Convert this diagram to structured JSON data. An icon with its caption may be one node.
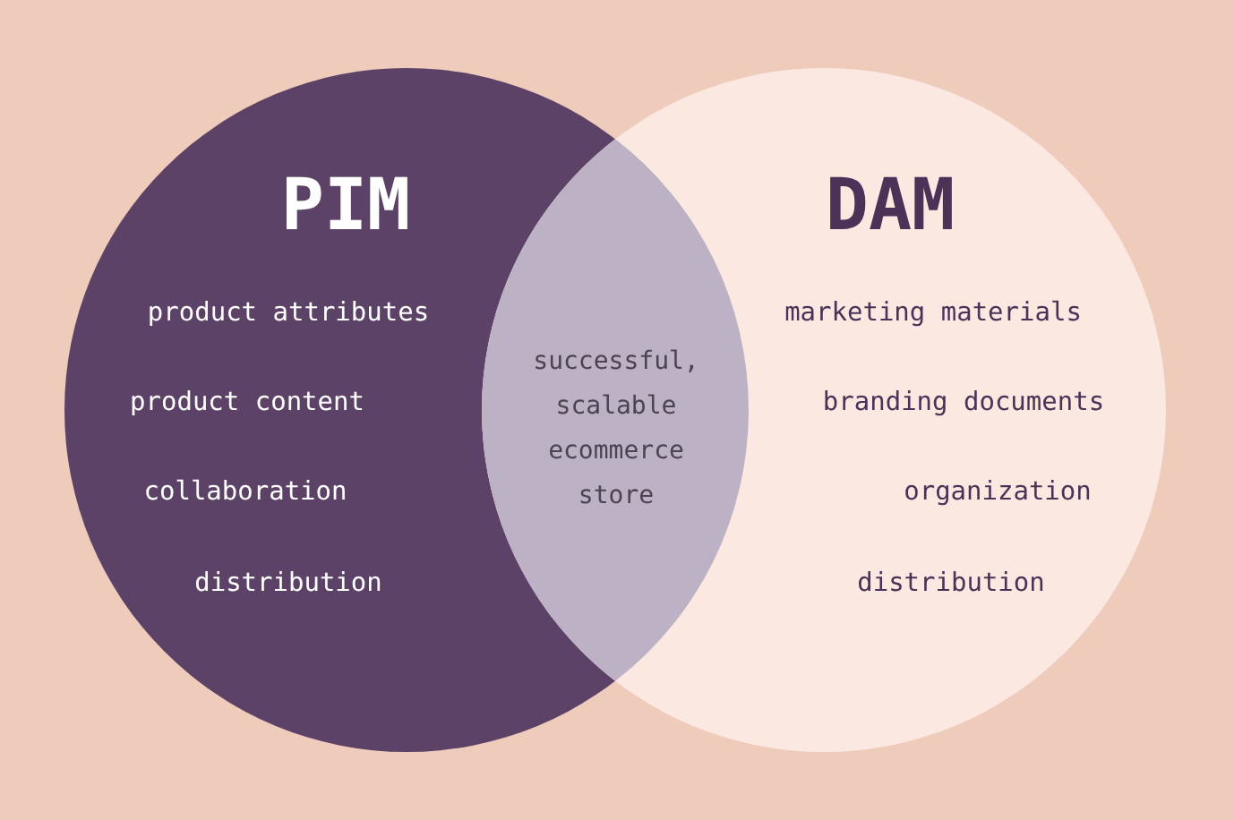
{
  "diagram": {
    "nodes": [
      {
        "text": [
          "PIM",
          "product attributes",
          "product content",
          "collaboration",
          "distribution"
        ]
      },
      {
        "text": [
          "DAM",
          "marketing materials",
          "branding documents",
          "organization",
          "distribution"
        ]
      },
      {
        "text": [
          "successful, scalable ecommerce store"
        ]
      }
    ]
  }
}
